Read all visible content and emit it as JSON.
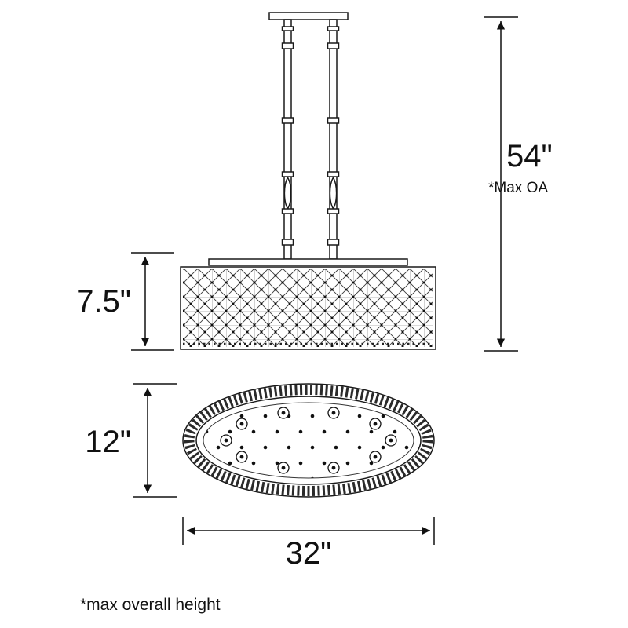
{
  "diagram": {
    "type": "dimension-drawing",
    "subject": "oval crystal drum pendant chandelier",
    "labels": {
      "overall_height": "54\"",
      "overall_height_note": "*Max OA",
      "shade_height": "7.5\"",
      "oval_depth": "12\"",
      "oval_width": "32\"",
      "footnote": "*max overall height"
    },
    "line_color": "#1a1a1a",
    "background_color": "#ffffff"
  }
}
